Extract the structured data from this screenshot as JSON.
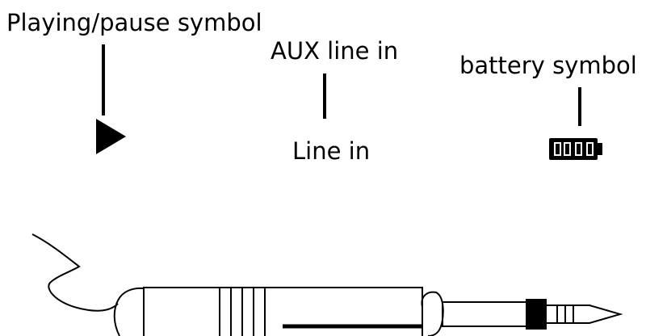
{
  "labels": {
    "play_pause": "Playing/pause symbol",
    "aux_line_in": "AUX line in",
    "line_in": "Line in",
    "battery": "battery symbol"
  },
  "icons": {
    "play": "play-icon",
    "battery": "battery-icon",
    "plug": "aux-plug"
  },
  "colors": {
    "ink": "#000000",
    "background": "#ffffff"
  }
}
